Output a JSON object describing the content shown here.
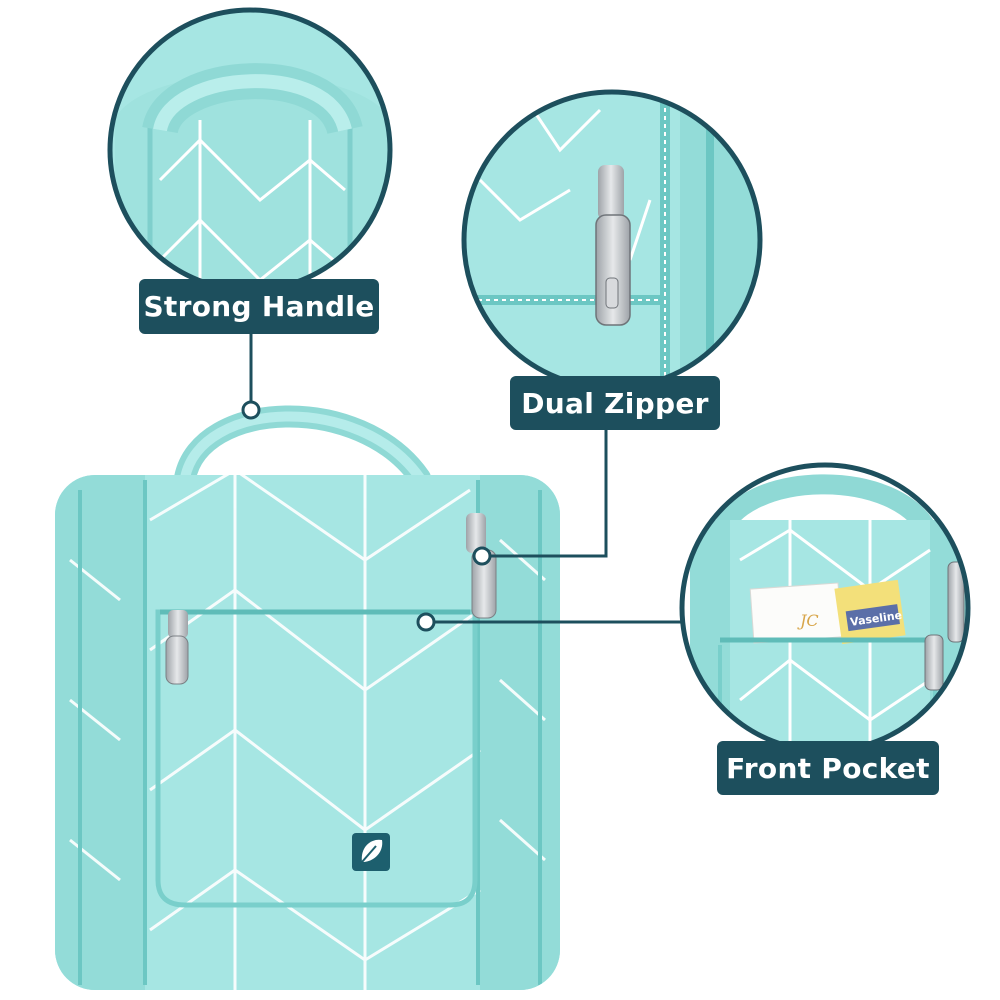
{
  "callouts": {
    "handle": {
      "label": "Strong Handle"
    },
    "zipper": {
      "label": "Dual Zipper"
    },
    "pocket": {
      "label": "Front Pocket"
    }
  },
  "product": {
    "pocket_items": {
      "card_text": "JC",
      "tin_brand": "Vaseline"
    }
  },
  "colors": {
    "bag_fabric": "#a6e6e3",
    "bag_shadow": "#7fcfcc",
    "pattern_line": "#ffffff",
    "label_bg": "#1d4f5d",
    "label_text": "#ffffff",
    "ring_outline": "#1d4f5d",
    "leaf_tag": "#1d5f6e",
    "zipper_metal": "#c9ccd0"
  }
}
